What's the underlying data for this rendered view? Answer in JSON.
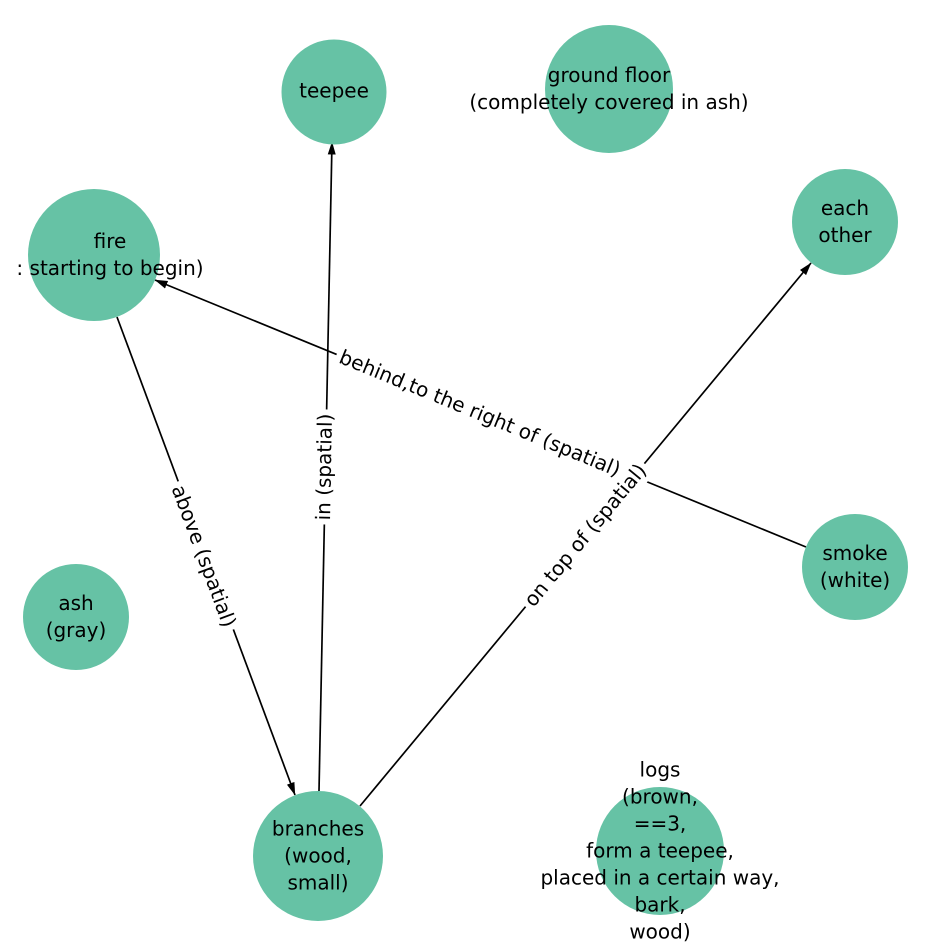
{
  "title": "scene graph",
  "colors": {
    "node_fill": "#66c2a5",
    "edge_color": "#000000",
    "background": "#ffffff",
    "text": "#000000"
  },
  "nodes": [
    {
      "id": "teepee",
      "label": "teepee"
    },
    {
      "id": "ground-floor",
      "label": "ground floor\n(completely covered in ash)"
    },
    {
      "id": "fire",
      "label": "fire\n: starting to begin)"
    },
    {
      "id": "each-other",
      "label": "each other"
    },
    {
      "id": "ash",
      "label": "ash\n(gray)"
    },
    {
      "id": "smoke",
      "label": "smoke\n(white)"
    },
    {
      "id": "branches",
      "label": "branches\n(wood,\nsmall)"
    },
    {
      "id": "logs",
      "label": "logs\n(brown,\n==3,\nform a teepee,\nplaced in a certain way,\nbark,\nwood)"
    }
  ],
  "edges": [
    {
      "label": "behind,to the right of (spatial)",
      "from": "smoke",
      "to": "fire"
    },
    {
      "label": "in (spatial)",
      "from": "branches",
      "to": "teepee"
    },
    {
      "label": "above (spatial)",
      "from": "fire",
      "to": "branches"
    },
    {
      "label": "on top of (spatial)",
      "from": "branches",
      "to": "each other"
    }
  ]
}
